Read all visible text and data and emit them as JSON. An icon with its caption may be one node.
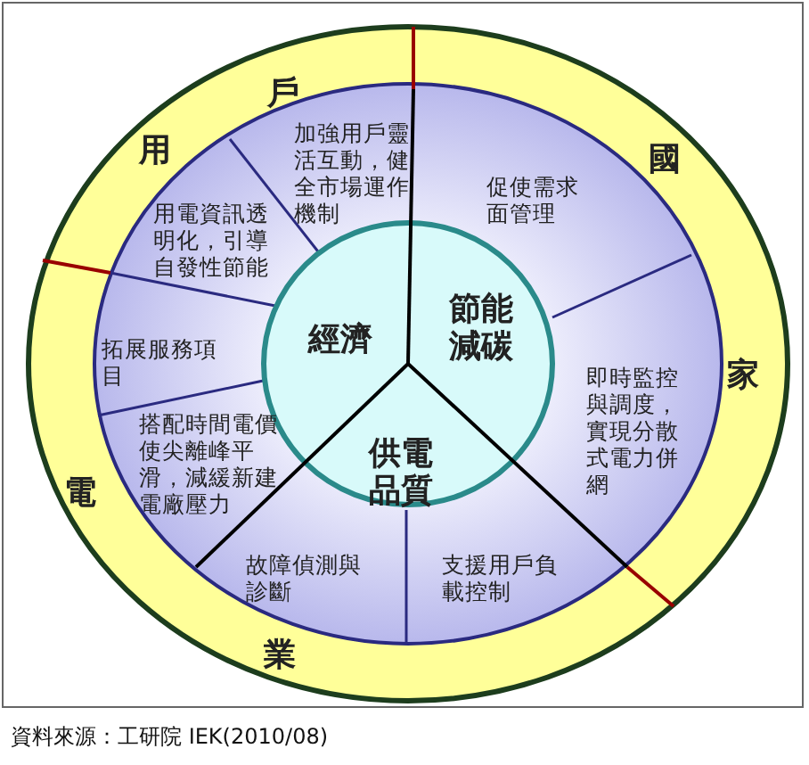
{
  "diagram": {
    "caption": "資料來源：工研院 IEK(2010/08)",
    "nodes": [
      {
        "text": [
          "經濟"
        ]
      },
      {
        "text": [
          "節能減碳"
        ]
      },
      {
        "text": [
          "供電品質"
        ]
      },
      {
        "text": [
          "加強用戶靈活互動，健全市場運作機制"
        ]
      },
      {
        "text": [
          "用電資訊透明化，引導自發性節能"
        ]
      },
      {
        "text": [
          "拓展服務項目"
        ]
      },
      {
        "text": [
          "搭配時間電價使尖離峰平滑，減緩新建電廠壓力"
        ]
      },
      {
        "text": [
          "促使需求面管理"
        ]
      },
      {
        "text": [
          "即時監控與調度，實現分散式電力併網"
        ]
      },
      {
        "text": [
          "故障偵測與診斷"
        ]
      },
      {
        "text": [
          "支援用戶負載控制"
        ]
      }
    ],
    "edges": [],
    "labels": [
      "戶",
      "用",
      "國",
      "家",
      "電",
      "業"
    ]
  }
}
